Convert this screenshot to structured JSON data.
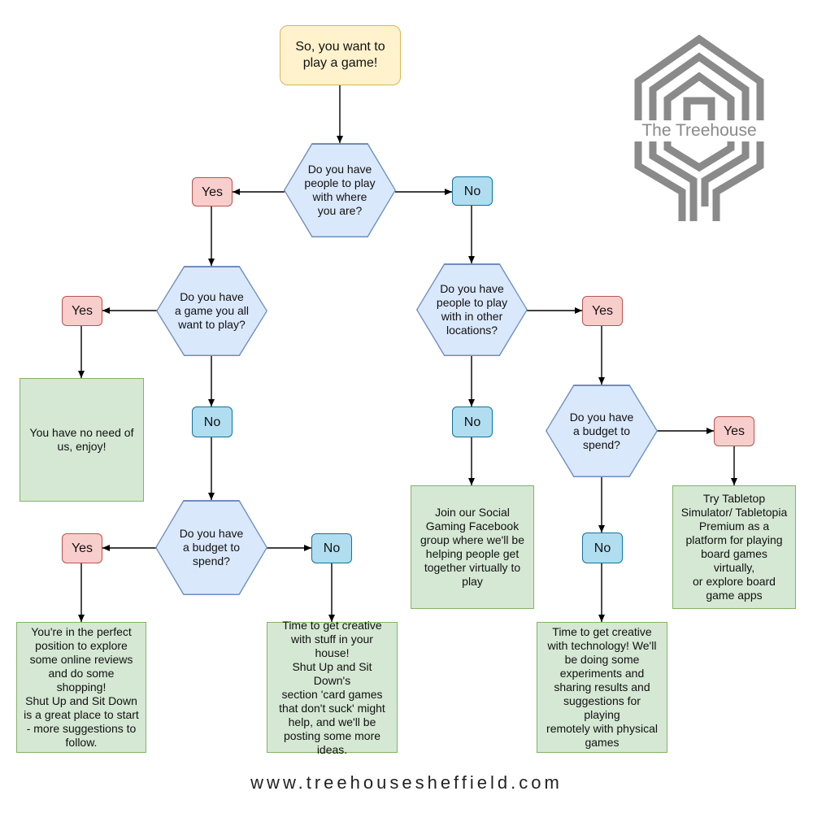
{
  "start": "So, you want to\nplay a game!",
  "q_people_here": "Do you have\npeople to play\nwith where\nyou are?",
  "q_game_all_want": "Do you have\na game you all\nwant to play?",
  "q_people_other": "Do you have\npeople to play\nwith in other\nlocations?",
  "q_budget_left": "Do you have\na budget to\nspend?",
  "q_budget_right": "Do you have\na budget to\nspend?",
  "yes_label": "Yes",
  "no_label": "No",
  "result_no_need": "You have no need of\nus, enjoy!",
  "result_shopping": "You're in the perfect\nposition to explore\nsome online reviews\nand do some shopping!\nShut Up and Sit Down\nis a great place to start\n- more suggestions to\nfollow.",
  "result_creative_house": "Time to get creative\nwith stuff in your house!\nShut Up and Sit Down's\nsection 'card games\nthat don't suck' might\nhelp, and we'll be\nposting some more\nideas.",
  "result_facebook": "Join our Social\nGaming Facebook\ngroup where we'll be\nhelping people get\ntogether virtually to\nplay",
  "result_creative_tech": "Time to get creative\nwith technology! We'll\nbe doing some\nexperiments and\nsharing results and\nsuggestions for playing\nremotely with physical\ngames",
  "result_tabletop": "Try Tabletop\nSimulator/ Tabletopia\nPremium as a\nplatform for playing\nboard games virtually,\nor explore board\ngame apps",
  "logo_text": "The Treehouse",
  "footer": "www.treehousesheffield.com",
  "colors": {
    "start_fill": "#fff2cc",
    "decision_fill": "#dae8fc",
    "yes_fill": "#f8cecc",
    "no_fill": "#b1ddf0",
    "result_fill": "#d5e8d4",
    "logo_gray": "#8a8a8a"
  }
}
